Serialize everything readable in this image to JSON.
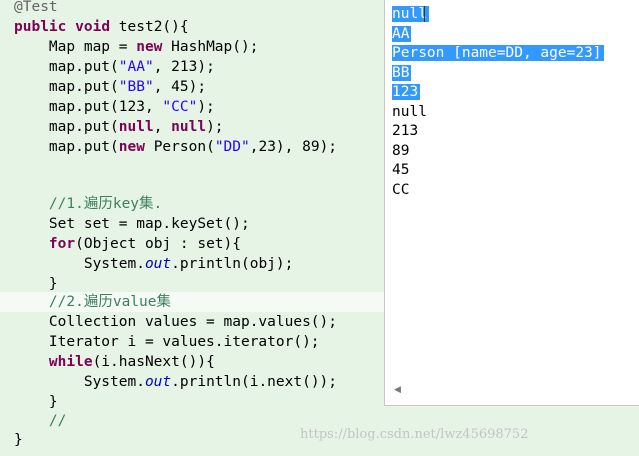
{
  "editor": {
    "lines": [
      "@Test",
      "public void test2(){",
      "    Map map = new HashMap();",
      "    map.put(\"AA\", 213);",
      "    map.put(\"BB\", 45);",
      "    map.put(123, \"CC\");",
      "    map.put(null, null);",
      "    map.put(new Person(\"DD\",23), 89);",
      "",
      "",
      "    //1.遍历key集.",
      "    Set set = map.keySet();",
      "    for(Object obj : set){",
      "        System.out.println(obj);",
      "    }",
      "    //2.遍历value集",
      "    Collection values = map.values();",
      "    Iterator i = values.iterator();",
      "    while(i.hasNext()){",
      "        System.out.println(i.next());",
      "    }",
      "    //",
      "}"
    ]
  },
  "console": {
    "selected": [
      "null",
      "AA",
      "Person [name=DD, age=23]",
      "BB",
      "123"
    ],
    "normal": [
      "null",
      "213",
      "89",
      "45",
      "CC"
    ]
  },
  "watermark": "https://blog.csdn.net/lwz45698752",
  "icons": {
    "scroll_left": "scroll-left-arrow-icon"
  }
}
